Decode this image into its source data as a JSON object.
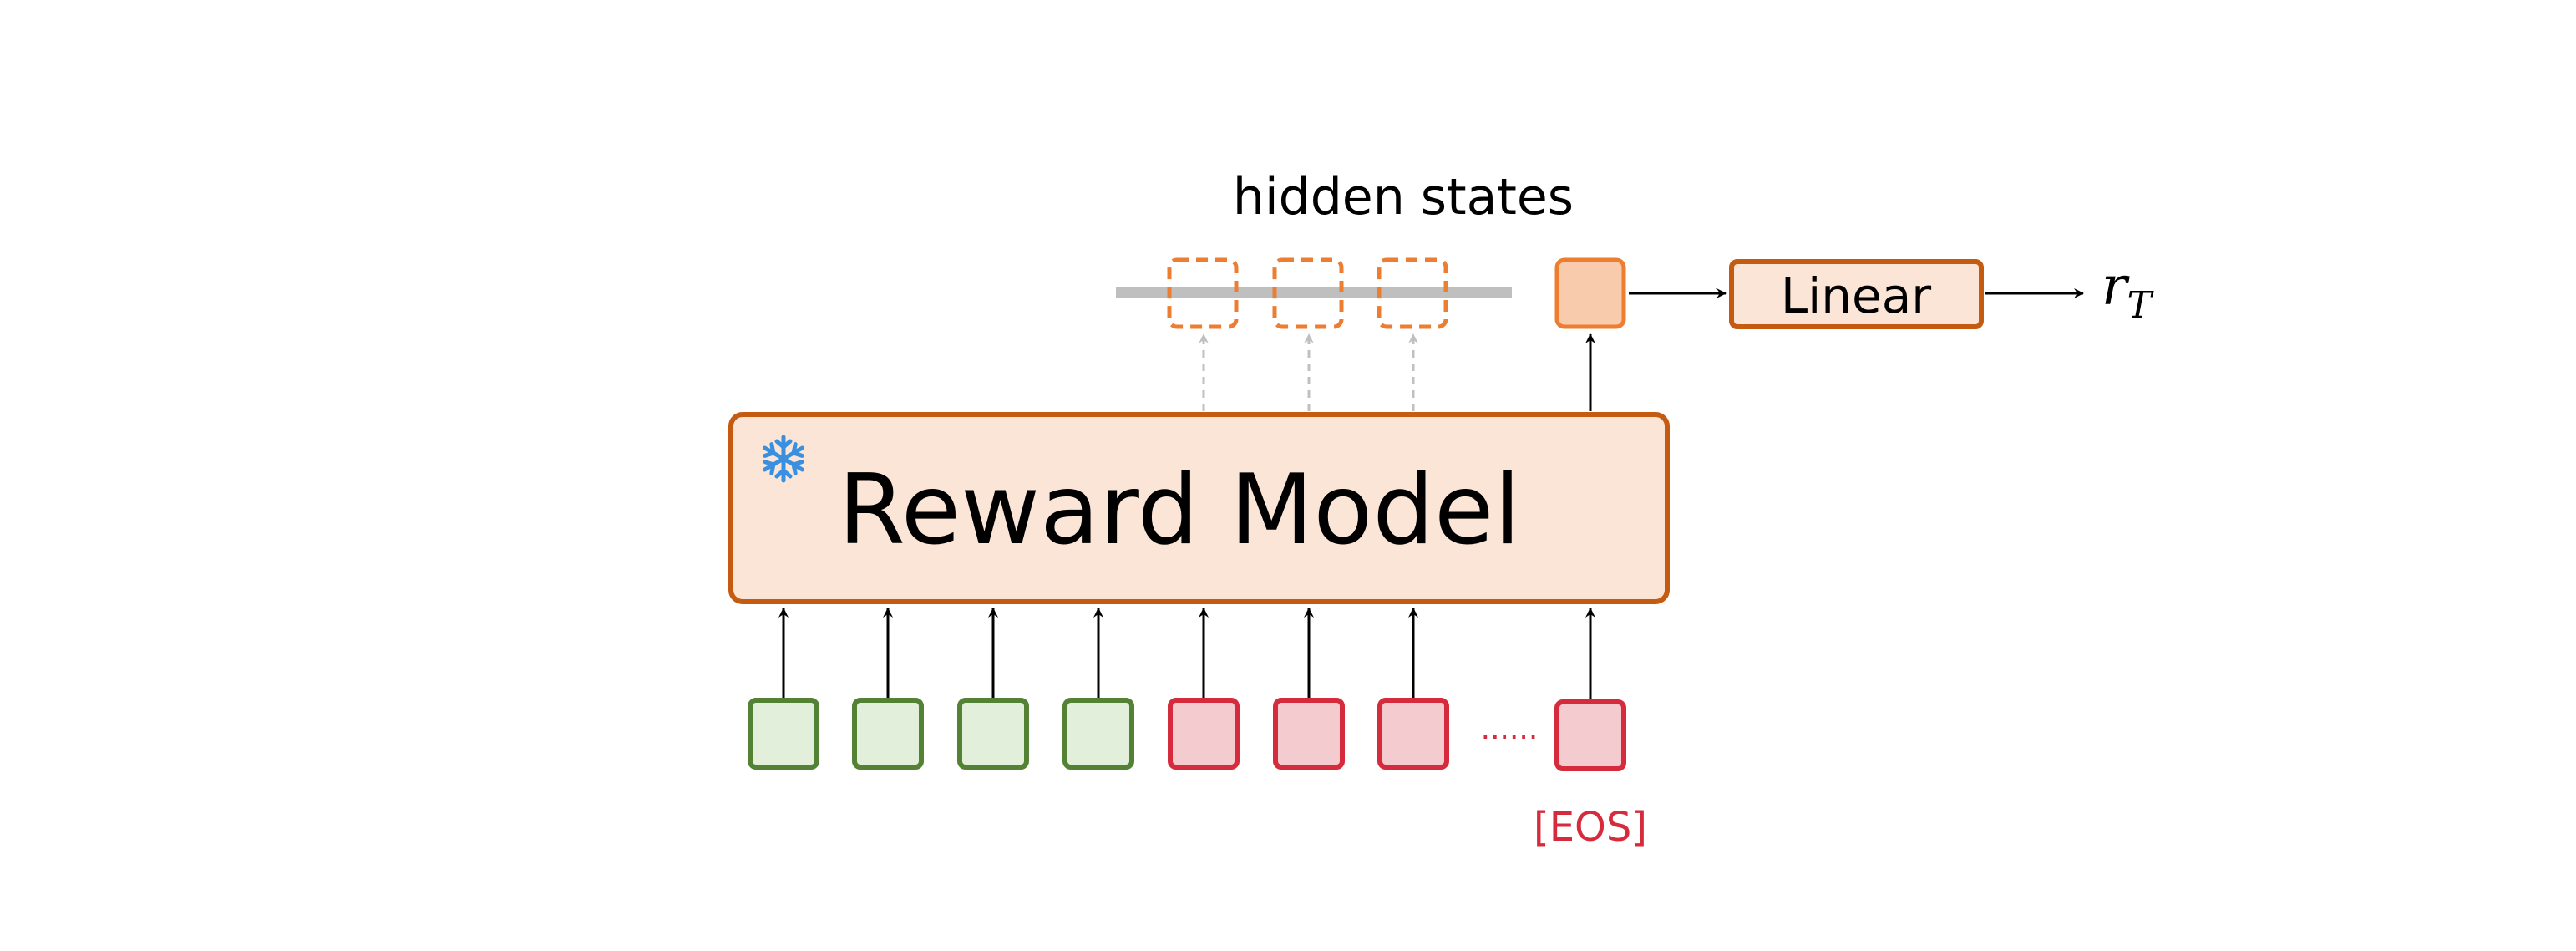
{
  "labels": {
    "hidden_states": "hidden states",
    "model": "Reward Model",
    "linear": "Linear",
    "output_symbol": "r",
    "output_subscript": "T",
    "ellipsis": "......",
    "eos": "[EOS]"
  },
  "icons": {
    "frozen": "snowflake-icon"
  },
  "colors": {
    "model_fill": "#fbe5d6",
    "model_stroke": "#c55a11",
    "hidden_fill": "#f8cbad",
    "hidden_stroke": "#ed7d31",
    "prompt_fill": "#e2efda",
    "prompt_stroke": "#548235",
    "response_fill": "#f4ccd0",
    "response_stroke": "#d62b3c",
    "eos_text": "#d62b3c",
    "snowflake": "#3a8fe0",
    "bar": "#bfbfbf",
    "dashed_arrow": "#c0c0c0"
  },
  "tokens": {
    "prompt_count": 4,
    "response_count": 3,
    "eos_count": 1,
    "hidden_dashed_count": 3
  }
}
